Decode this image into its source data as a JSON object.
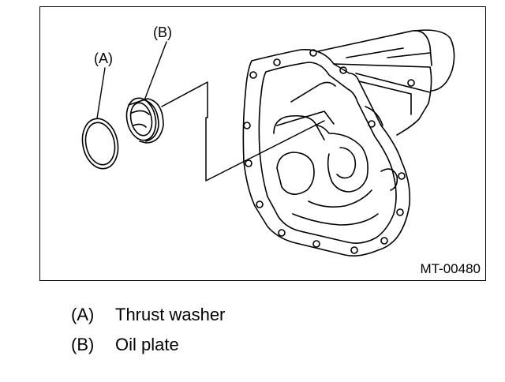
{
  "figure": {
    "callouts": {
      "a": "(A)",
      "b": "(B)"
    },
    "code": "MT-00480"
  },
  "legend": [
    {
      "key": "(A)",
      "label": "Thrust washer"
    },
    {
      "key": "(B)",
      "label": "Oil plate"
    }
  ]
}
